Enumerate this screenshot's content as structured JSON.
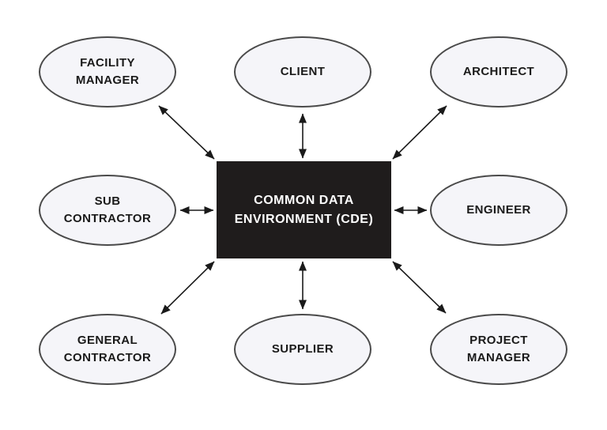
{
  "diagram": {
    "center": {
      "id": "cde",
      "label": "COMMON DATA ENVIRONMENT (CDE)"
    },
    "nodes": [
      {
        "id": "facility-manager",
        "label": "FACILITY MANAGER"
      },
      {
        "id": "client",
        "label": "CLIENT"
      },
      {
        "id": "architect",
        "label": "ARCHITECT"
      },
      {
        "id": "sub-contractor",
        "label": "SUB CONTRACTOR"
      },
      {
        "id": "engineer",
        "label": "ENGINEER"
      },
      {
        "id": "general-contractor",
        "label": "GENERAL CONTRACTOR"
      },
      {
        "id": "supplier",
        "label": "SUPPLIER"
      },
      {
        "id": "project-manager",
        "label": "PROJECT MANAGER"
      }
    ],
    "connections": [
      {
        "from": "facility-manager",
        "to": "cde",
        "bidirectional": true
      },
      {
        "from": "client",
        "to": "cde",
        "bidirectional": true
      },
      {
        "from": "architect",
        "to": "cde",
        "bidirectional": true
      },
      {
        "from": "sub-contractor",
        "to": "cde",
        "bidirectional": true
      },
      {
        "from": "engineer",
        "to": "cde",
        "bidirectional": true
      },
      {
        "from": "general-contractor",
        "to": "cde",
        "bidirectional": true
      },
      {
        "from": "supplier",
        "to": "cde",
        "bidirectional": true
      },
      {
        "from": "project-manager",
        "to": "cde",
        "bidirectional": true
      }
    ],
    "colors": {
      "background": "#ffffff",
      "node_fill": "#f5f5f9",
      "node_border": "#4a4a4a",
      "node_text": "#1a1a1a",
      "center_fill": "#1f1c1c",
      "center_text": "#ffffff",
      "arrow": "#1a1a1a"
    }
  }
}
